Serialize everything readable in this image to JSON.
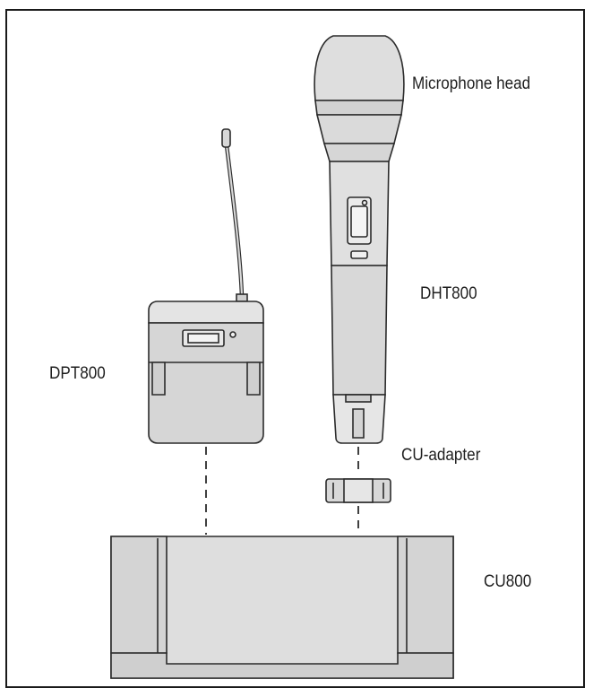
{
  "labels": {
    "microphone_head": "Microphone head",
    "dht800": "DHT800",
    "dpt800": "DPT800",
    "cu_adapter": "CU-adapter",
    "cu800": "CU800"
  },
  "colors": {
    "body_fill": "#dcdcdc",
    "body_light": "#e8e8e8",
    "outline": "#2b2b2b",
    "text": "#1f1f1f"
  }
}
